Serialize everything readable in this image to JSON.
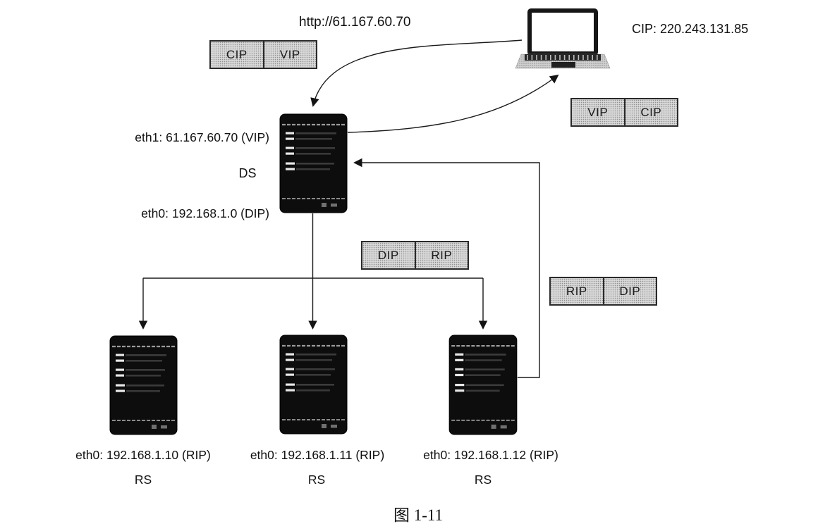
{
  "figure": {
    "request_url": "http://61.167.60.70",
    "client": {
      "ip_label": "CIP: 220.243.131.85"
    },
    "packet_labels": {
      "request_internet": {
        "src": "CIP",
        "dst": "VIP"
      },
      "response_internet": {
        "src": "VIP",
        "dst": "CIP"
      },
      "request_internal": {
        "src": "DIP",
        "dst": "RIP"
      },
      "response_internal": {
        "src": "RIP",
        "dst": "DIP"
      }
    },
    "director": {
      "eth1_label": "eth1: 61.167.60.70 (VIP)",
      "name": "DS",
      "eth0_label": "eth0: 192.168.1.0 (DIP)"
    },
    "real_servers": [
      {
        "eth0_label": "eth0: 192.168.1.10 (RIP)",
        "name": "RS"
      },
      {
        "eth0_label": "eth0: 192.168.1.11 (RIP)",
        "name": "RS"
      },
      {
        "eth0_label": "eth0: 192.168.1.12 (RIP)",
        "name": "RS"
      }
    ],
    "caption": "图 1-11",
    "colors": {
      "line": "#1a1a1a",
      "packet_fill": "#d8d8d8",
      "packet_border": "#2a2a2a",
      "server_body": "#0d0d0d"
    }
  }
}
